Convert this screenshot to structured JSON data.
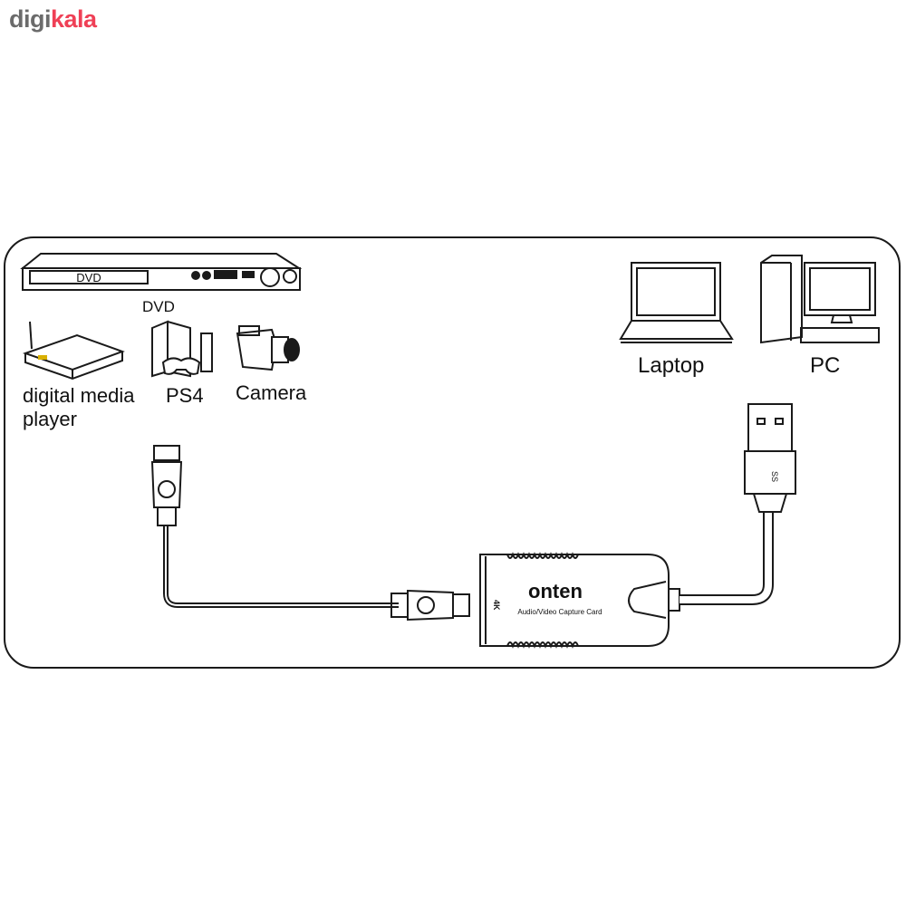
{
  "logo": {
    "part1": "digi",
    "part2": "kala"
  },
  "sources": {
    "dvd": "DVD",
    "dvd_screen": "DVD",
    "media_player_line1": "digital media",
    "media_player_line2": "player",
    "ps4": "PS4",
    "camera": "Camera"
  },
  "targets": {
    "laptop": "Laptop",
    "pc": "PC"
  },
  "device": {
    "brand": "onten",
    "subtitle": "Audio/Video Capture Card",
    "badge": "4K",
    "usb_mark": "SS"
  },
  "colors": {
    "logo_gray": "#6b6b6b",
    "logo_red": "#ef4056",
    "line": "#1a1a1a"
  }
}
